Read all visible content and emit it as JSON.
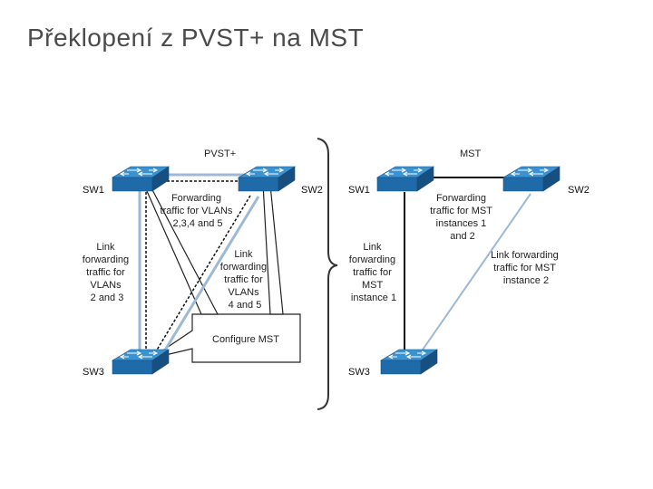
{
  "slide": {
    "title": "Překlopení z PVST+ na MST"
  },
  "colors": {
    "switch_top": "#2f86c4",
    "switch_front": "#1d5e95",
    "switch_side": "#164c7a",
    "light_link": "#9db9d6"
  },
  "pvst": {
    "heading": "PVST+",
    "sw1": "SW1",
    "sw2": "SW2",
    "sw3": "SW3",
    "forwarding_lines": [
      "Forwarding",
      "traffic for VLANs",
      "2,3,4 and 5"
    ],
    "left_link_lines": [
      "Link",
      "forwarding",
      "traffic for",
      "VLANs",
      "2 and 3"
    ],
    "right_link_lines": [
      "Link",
      "forwarding",
      "traffic for",
      "VLANs",
      "4 and 5"
    ],
    "configure": "Configure MST"
  },
  "mst": {
    "heading": "MST",
    "sw1": "SW1",
    "sw2": "SW2",
    "sw3": "SW3",
    "forwarding_lines": [
      "Forwarding",
      "traffic for MST",
      "instances 1",
      "and 2"
    ],
    "left_link_lines": [
      "Link",
      "forwarding",
      "traffic for",
      "MST",
      "instance 1"
    ],
    "right_link_lines": [
      "Link forwarding",
      "traffic for MST",
      "instance 2"
    ]
  }
}
